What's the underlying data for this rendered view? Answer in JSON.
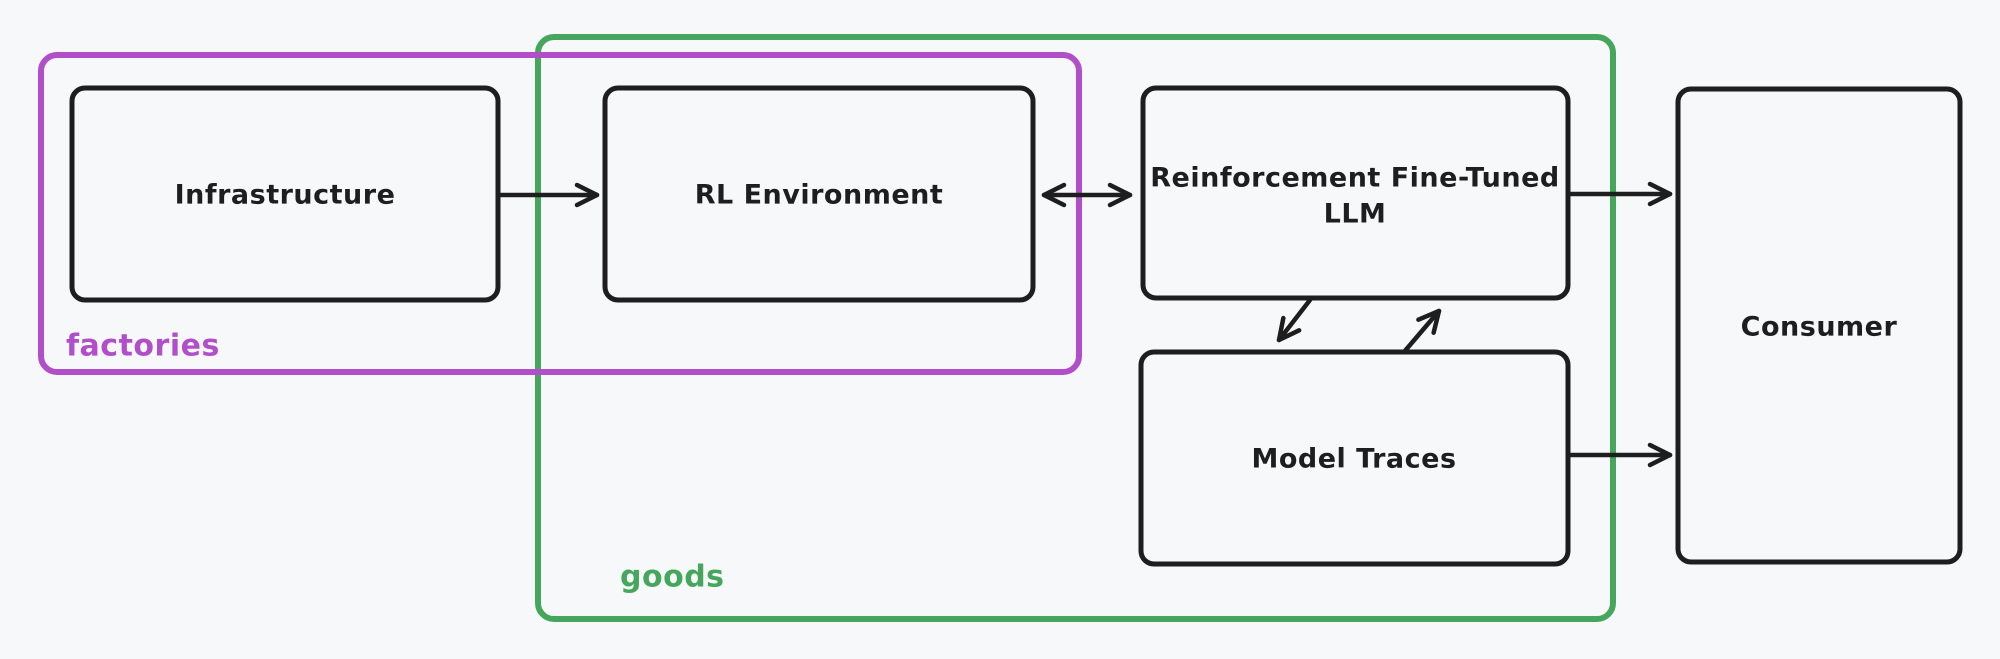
{
  "diagram": {
    "colors": {
      "background": "#f7f8fa",
      "ink": "#1e1e1e",
      "factories": "#b04fc9",
      "goods": "#46a75c"
    },
    "groups": {
      "factories": {
        "label": "factories"
      },
      "goods": {
        "label": "goods"
      }
    },
    "boxes": {
      "infrastructure": {
        "label": "Infrastructure"
      },
      "rl_environment": {
        "label": "RL Environment"
      },
      "rft_llm": {
        "lines": [
          "Reinforcement Fine-Tuned",
          "LLM"
        ]
      },
      "model_traces": {
        "label": "Model Traces"
      },
      "consumer": {
        "label": "Consumer"
      }
    },
    "arrows": [
      {
        "from": "Infrastructure",
        "to": "RL Environment",
        "style": "single"
      },
      {
        "from": "RL Environment",
        "to": "Reinforcement Fine-Tuned LLM",
        "style": "double"
      },
      {
        "from": "Reinforcement Fine-Tuned LLM",
        "to": "Consumer",
        "style": "single"
      },
      {
        "from": "Reinforcement Fine-Tuned LLM",
        "to": "Model Traces",
        "style": "single"
      },
      {
        "from": "Model Traces",
        "to": "Reinforcement Fine-Tuned LLM",
        "style": "single"
      },
      {
        "from": "Model Traces",
        "to": "Consumer",
        "style": "single"
      }
    ]
  }
}
